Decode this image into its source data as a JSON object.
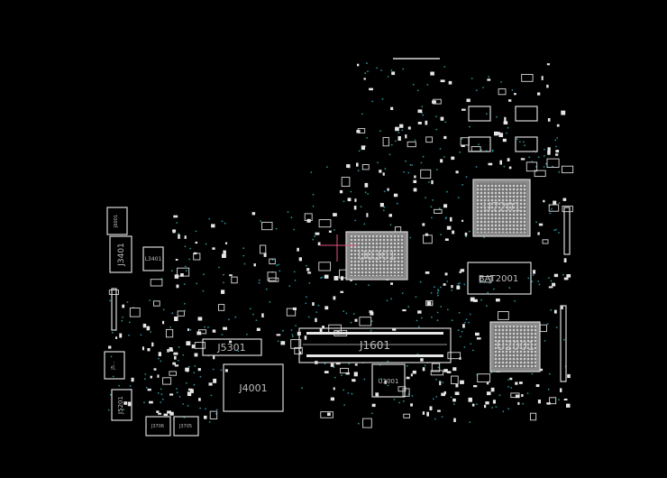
{
  "board": {
    "background": "#000000",
    "outline_color": "#d9d9d9",
    "pad_color": "#e6e6e6",
    "via_color": "#2a8e9a",
    "marker_color": "#e0507a"
  },
  "components": {
    "U0301": "U0301",
    "U7201": "U7201",
    "U2001": "U2001",
    "BAT2001": "BAT2001",
    "J1601": "J1601",
    "J5301": "J5301",
    "J4001": "J4001",
    "J3401": "J3401",
    "L3401": "L3401",
    "J6001": "J6001",
    "U3001": "U3001",
    "J5201": "J5201",
    "J3706": "J3706",
    "J3705": "J3705",
    "J5xxx": "J5..."
  }
}
